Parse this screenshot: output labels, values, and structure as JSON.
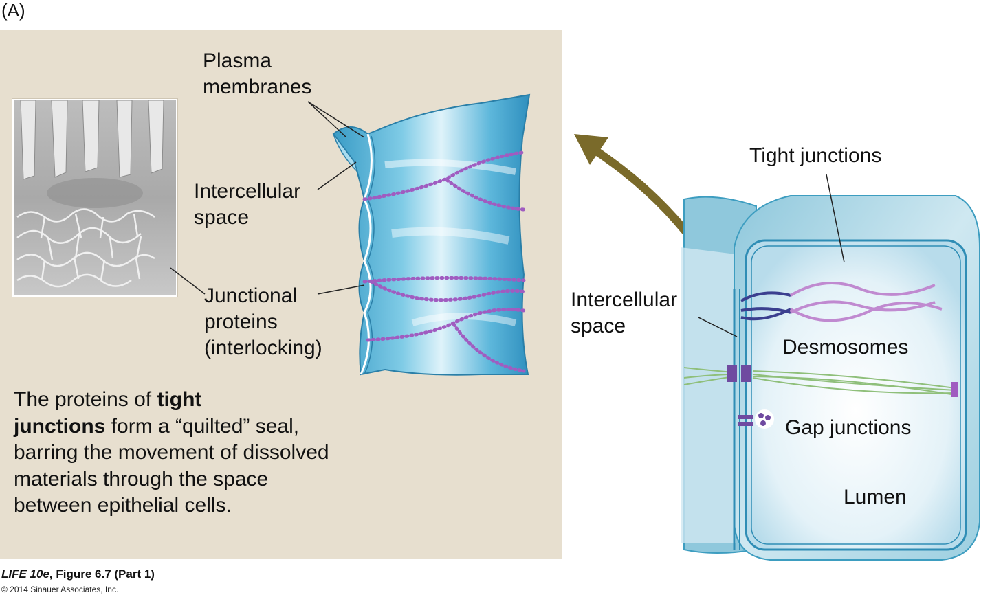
{
  "panel_letter": "(A)",
  "labels": {
    "plasma_membranes": "Plasma\nmembranes",
    "intercellular_space_left": "Intercellular\nspace",
    "junctional_proteins": "Junctional\nproteins\n(interlocking)",
    "tight_junctions": "Tight junctions",
    "intercellular_space_right": "Intercellular\nspace",
    "desmosomes": "Desmosomes",
    "gap_junctions": "Gap junctions",
    "lumen": "Lumen"
  },
  "caption": {
    "part1": "The proteins of ",
    "bold1": "tight",
    "bold2": "junctions",
    "part2": " form a “quilted” seal, barring the movement of dissolved materials through the space between epithelial cells."
  },
  "footer": {
    "figure_title": "LIFE 10e",
    "figure_ref": ", Figure 6.7 (Part 1)",
    "copyright": "© 2014 Sinauer Associates, Inc."
  },
  "colors": {
    "panel_background": "#e7dfcf",
    "membrane_blue": "#4fb0d6",
    "protein_purple": "#a05cc0",
    "arrow": "#7a6a2a"
  }
}
